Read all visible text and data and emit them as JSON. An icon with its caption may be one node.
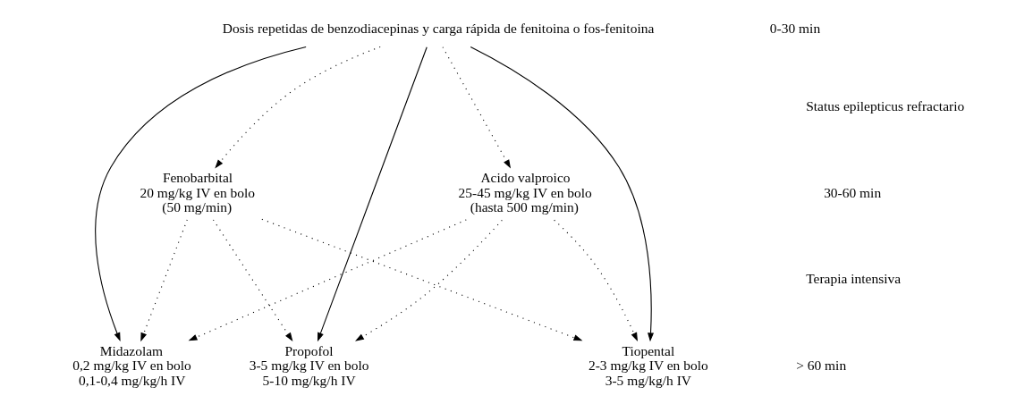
{
  "diagram": {
    "nodes": [
      {
        "text": [
          "Dosis repetidas de benzodiacepinas y carga rápida de fenitoina o fos-fenitoina"
        ]
      },
      {
        "text": [
          "Fenobarbital",
          "20 mg/kg IV en bolo",
          "(50 mg/min)"
        ]
      },
      {
        "text": [
          "Acido valproico",
          "25-45 mg/kg IV en bolo",
          "(hasta 500 mg/min)"
        ]
      },
      {
        "text": [
          "Midazolam",
          "0,2 mg/kg IV en bolo",
          "0,1-0,4 mg/kg/h IV"
        ]
      },
      {
        "text": [
          "Propofol",
          "3-5 mg/kg IV en bolo",
          "5-10 mg/kg/h IV"
        ]
      },
      {
        "text": [
          "Tiopental",
          "2-3 mg/kg IV en bolo",
          "3-5 mg/kg/h IV"
        ]
      }
    ],
    "edges": [
      {
        "from": 0,
        "to": 1,
        "arrow": "to",
        "style": "dashed"
      },
      {
        "from": 0,
        "to": 2,
        "arrow": "to",
        "style": "dashed"
      },
      {
        "from": 0,
        "to": 3,
        "arrow": "to"
      },
      {
        "from": 0,
        "to": 4,
        "arrow": "to"
      },
      {
        "from": 0,
        "to": 5,
        "arrow": "to"
      },
      {
        "from": 1,
        "to": 3,
        "arrow": "to",
        "style": "dashed"
      },
      {
        "from": 1,
        "to": 4,
        "arrow": "to",
        "style": "dashed"
      },
      {
        "from": 1,
        "to": 5,
        "arrow": "to",
        "style": "dashed"
      },
      {
        "from": 2,
        "to": 3,
        "arrow": "to",
        "style": "dashed"
      },
      {
        "from": 2,
        "to": 4,
        "arrow": "to",
        "style": "dashed"
      },
      {
        "from": 2,
        "to": 5,
        "arrow": "to",
        "style": "dashed"
      }
    ],
    "labels": [
      "0-30 min",
      "Status epilepticus refractario",
      "30-60 min",
      "Terapia intensiva",
      "> 60 min"
    ]
  }
}
